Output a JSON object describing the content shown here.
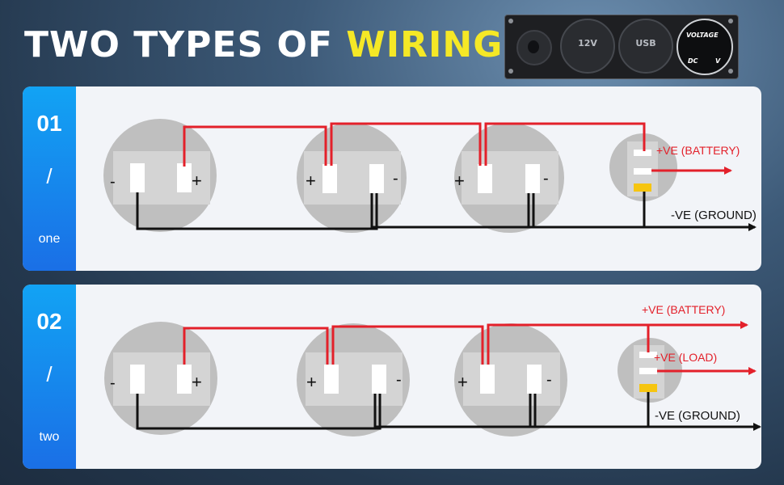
{
  "title": {
    "text": "TWO TYPES OF ",
    "highlight": "WIRING"
  },
  "product": {
    "socket1_label": "12V",
    "socket2_label": "USB",
    "voltmeter_top": "VOLTAGE",
    "voltmeter_left": "DC",
    "voltmeter_right": "V"
  },
  "panels": [
    {
      "number": "01",
      "slash": "/",
      "word": "one",
      "labels": {
        "battery": "+VE (BATTERY)",
        "ground": "-VE (GROUND)"
      }
    },
    {
      "number": "02",
      "slash": "/",
      "word": "two",
      "labels": {
        "battery": "+VE (BATTERY)",
        "load": "+VE (LOAD)",
        "ground": "-VE (GROUND)"
      }
    }
  ],
  "terminal_signs": {
    "plus": "+",
    "minus": "-"
  },
  "colors": {
    "positive_wire": "#e3202a",
    "ground_wire": "#111111",
    "label_red": "#e3202a",
    "highlight": "#f5e826",
    "tab_blue": "#1a8cf0",
    "terminal_yellow": "#f6c510"
  }
}
